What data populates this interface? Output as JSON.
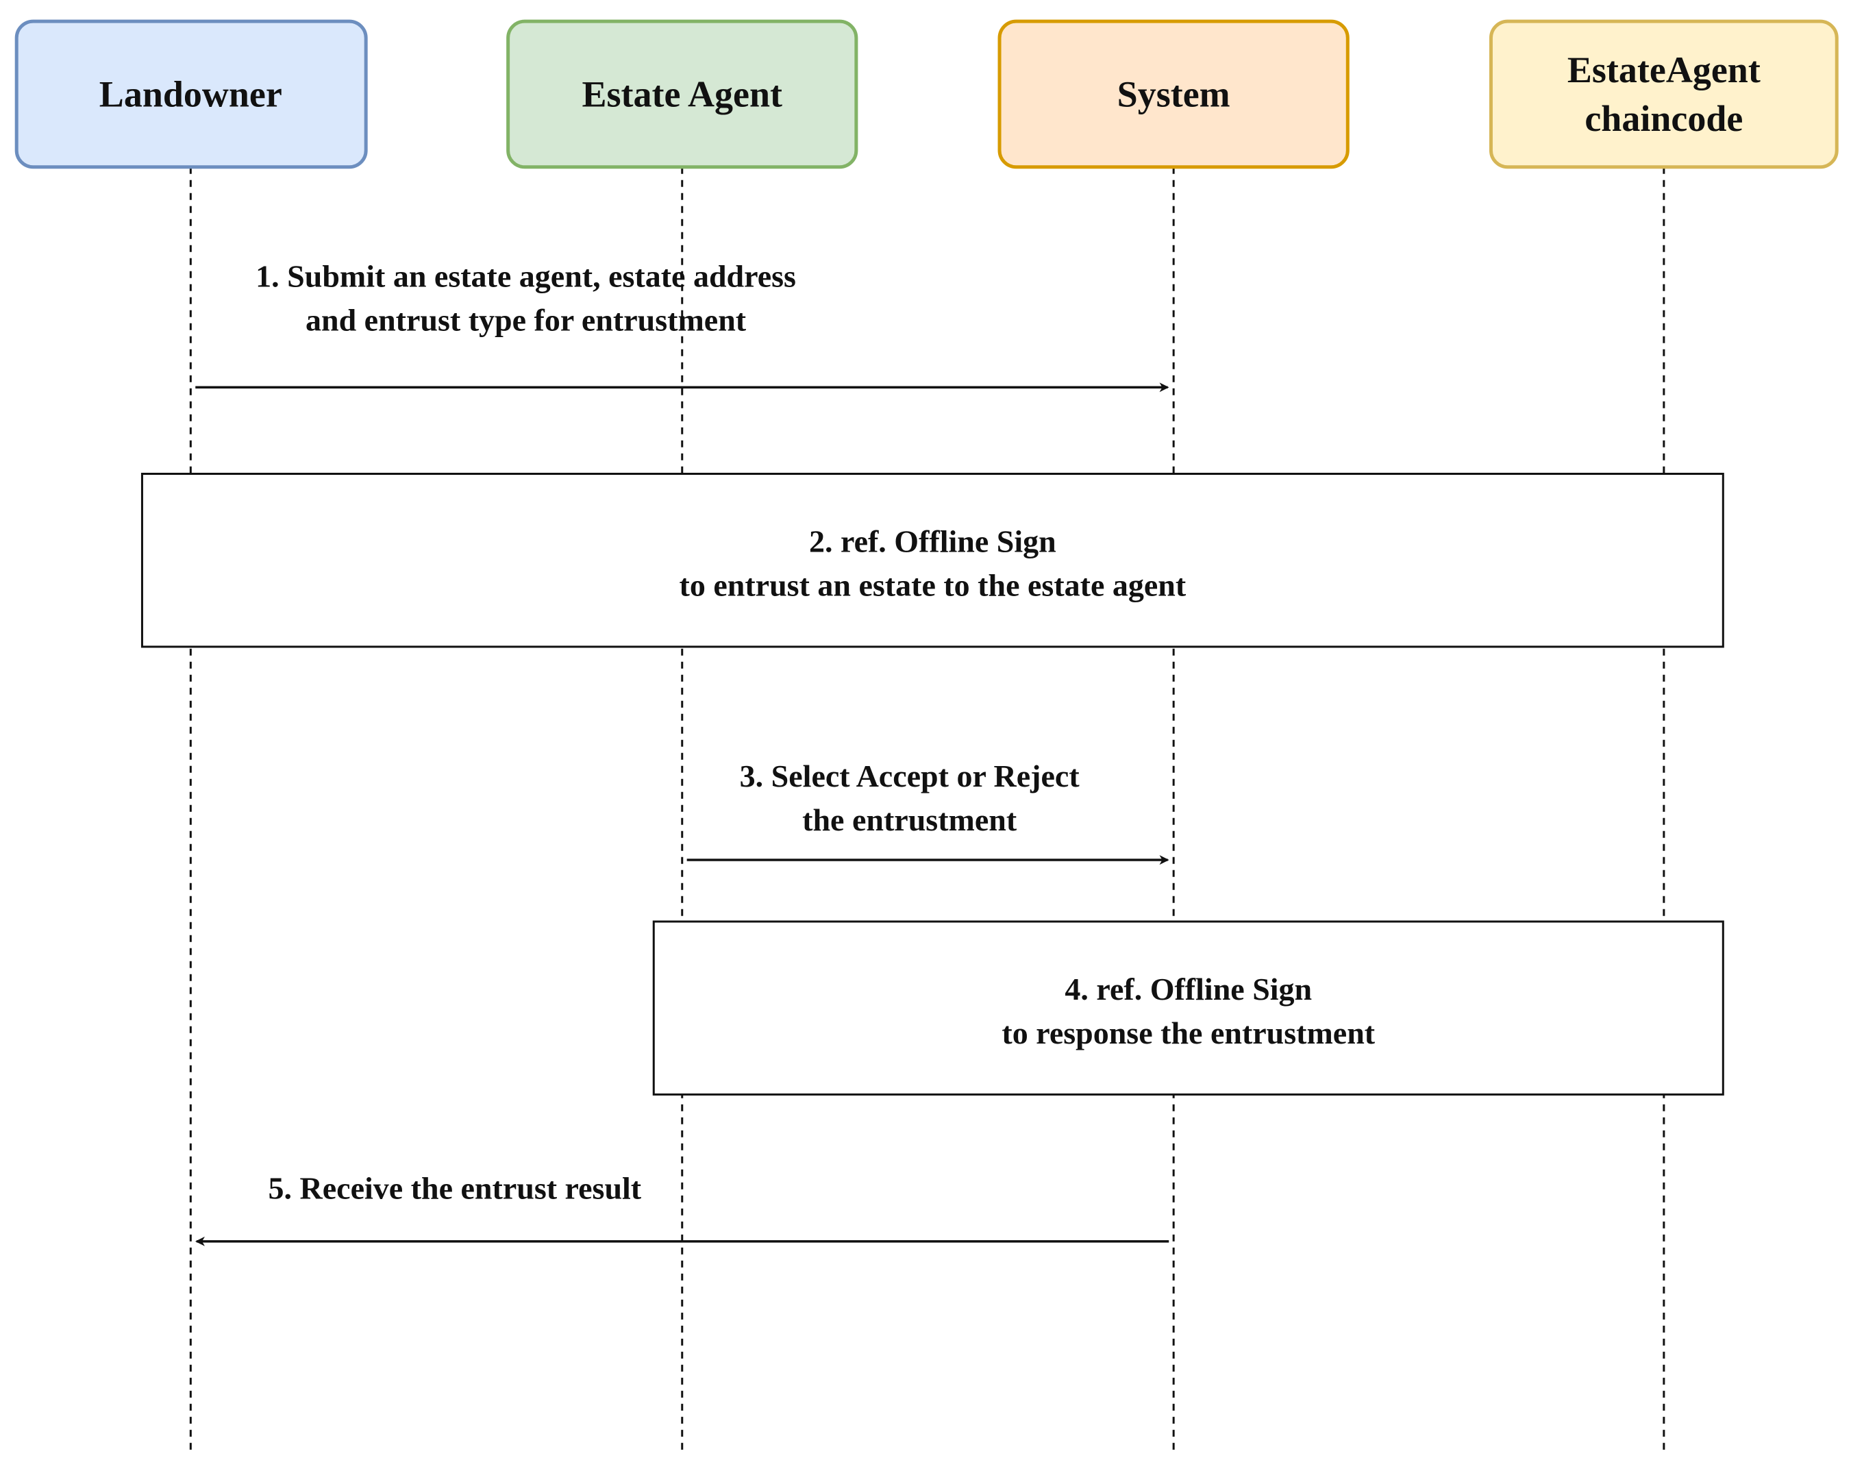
{
  "actors": [
    {
      "id": "landowner",
      "lines": [
        "Landowner"
      ],
      "fill": "#dae8fc",
      "stroke": "#6c8ebf"
    },
    {
      "id": "estate-agent",
      "lines": [
        "Estate Agent"
      ],
      "fill": "#d5e8d4",
      "stroke": "#82b366"
    },
    {
      "id": "system",
      "lines": [
        "System"
      ],
      "fill": "#ffe6cc",
      "stroke": "#d79b00"
    },
    {
      "id": "estateagent-chaincode",
      "lines": [
        "EstateAgent",
        "chaincode"
      ],
      "fill": "#fff2cc",
      "stroke": "#d6b656"
    }
  ],
  "messages": [
    {
      "id": "msg-1",
      "from": "landowner",
      "to": "system",
      "lines": [
        "1. Submit an estate agent, estate address",
        "and entrust type for entrustment"
      ]
    },
    {
      "id": "msg-3",
      "from": "estate-agent",
      "to": "system",
      "lines": [
        "3. Select Accept or Reject",
        "the entrustment"
      ]
    },
    {
      "id": "msg-5",
      "from": "system",
      "to": "landowner",
      "lines": [
        "5. Receive the entrust result"
      ]
    }
  ],
  "refs": [
    {
      "id": "ref-2",
      "lines": [
        "2. ref. Offline Sign",
        "to entrust an estate to the estate agent"
      ]
    },
    {
      "id": "ref-4",
      "lines": [
        "4. ref. Offline Sign",
        "to response the entrustment"
      ]
    }
  ]
}
